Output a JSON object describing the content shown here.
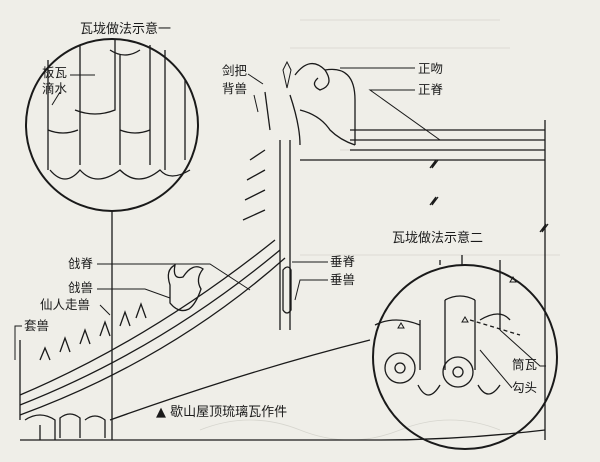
{
  "titles": {
    "detail_one": "瓦垅做法示意一",
    "detail_two": "瓦垅做法示意二",
    "caption": "歇山屋顶琉璃瓦作件",
    "caption_marker": "▲"
  },
  "labels": {
    "banwa": "板瓦",
    "dishui": "滴水",
    "jianba": "剑把",
    "beishou": "背兽",
    "zhengwen": "正吻",
    "zhengji": "正脊",
    "qiangji": "戗脊",
    "qiangshou": "戗兽",
    "xianren_zoushou": "仙人走兽",
    "taoshou": "套兽",
    "chuiji": "垂脊",
    "chuishou": "垂兽",
    "tongwa": "筒瓦",
    "goutou": "勾头"
  },
  "colors": {
    "paper": "#efeee8",
    "ink": "#1a1a1a"
  }
}
